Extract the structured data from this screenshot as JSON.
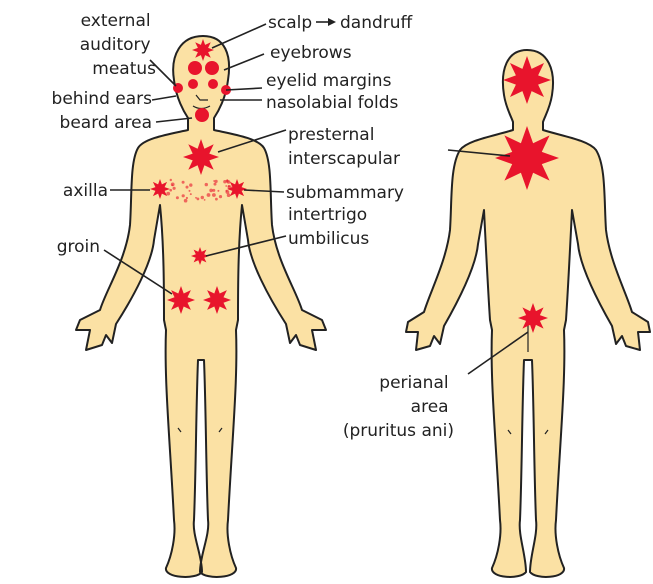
{
  "colors": {
    "skin": "#fbe1a4",
    "outline": "#222222",
    "lesion": "#e8142c",
    "text": "#222222",
    "background": "#ffffff"
  },
  "labels": {
    "external_auditory_meatus": [
      "external",
      "auditory",
      "meatus"
    ],
    "behind_ears": "behind ears",
    "beard_area": "beard area",
    "scalp": "scalp",
    "dandruff": "dandruff",
    "eyebrows": "eyebrows",
    "eyelid_margins": "eyelid margins",
    "nasolabial_folds": "nasolabial folds",
    "presternal": "presternal",
    "interscapular": "interscapular",
    "axilla": "axilla",
    "submammary": "submammary",
    "intertrigo": "intertrigo",
    "umbilicus": "umbilicus",
    "groin": "groin",
    "perianal": [
      "perianal",
      "area",
      "(pruritus ani)"
    ]
  }
}
